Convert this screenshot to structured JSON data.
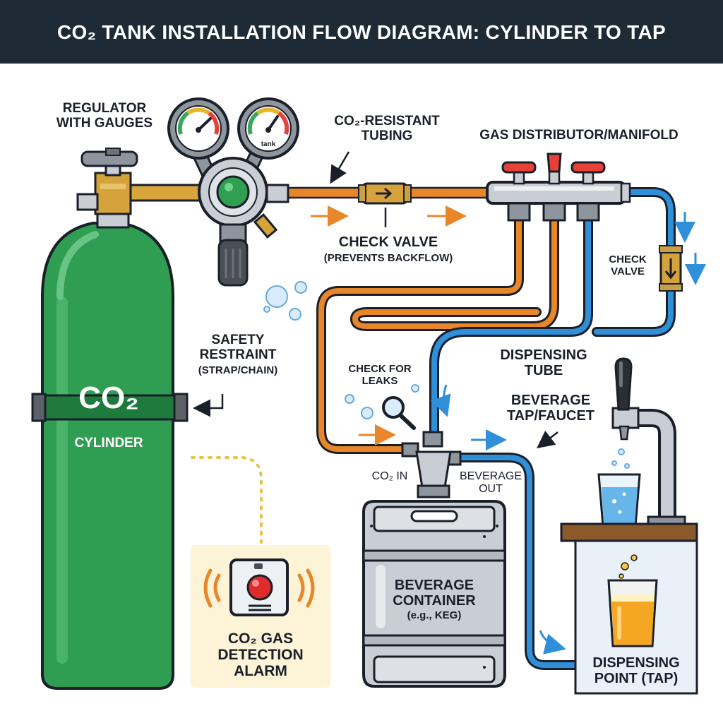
{
  "title": "CO₂ TANK INSTALLATION FLOW DIAGRAM: CYLINDER TO TAP",
  "colors": {
    "header_bg": "#1f2a37",
    "cylinder_green": "#2f9e52",
    "gas_line_orange": "#e8872a",
    "beverage_line_blue": "#2f8fd8",
    "keg_steel": "#c9ced4",
    "alarm_bg": "#fdf3d6",
    "alarm_red": "#e02b2b",
    "valve_red": "#e8413a",
    "brass": "#d6a33a"
  },
  "components": {
    "cylinder": {
      "gas": "CO₂",
      "label": "CYLINDER"
    },
    "regulator": {
      "label_line1": "REGULATOR",
      "label_line2": "WITH GAUGES",
      "gauge_right_text": "tank"
    },
    "tubing": {
      "label_line1": "CO₂-RESISTANT",
      "label_line2": "TUBING"
    },
    "check_valve_top": {
      "label": "CHECK VALVE",
      "sublabel": "(PREVENTS BACKFLOW)"
    },
    "manifold": {
      "label": "GAS DISTRIBUTOR/MANIFOLD"
    },
    "check_valve_right": {
      "label_line1": "CHECK",
      "label_line2": "VALVE"
    },
    "safety_restraint": {
      "line1": "SAFETY",
      "line2": "RESTRAINT",
      "line3": "(STRAP/CHAIN)"
    },
    "leak_check": {
      "line1": "CHECK FOR",
      "line2": "LEAKS"
    },
    "dispensing_tube": {
      "line1": "DISPENSING",
      "line2": "TUBE"
    },
    "tap": {
      "line1": "BEVERAGE",
      "line2": "TAP/FAUCET"
    },
    "coupler": {
      "in_label": "CO₂ IN",
      "out_line1": "BEVERAGE",
      "out_line2": "OUT"
    },
    "keg": {
      "line1": "BEVERAGE",
      "line2": "CONTAINER",
      "line3": "(e.g., KEG)"
    },
    "alarm": {
      "line1": "CO₂ GAS",
      "line2": "DETECTION",
      "line3": "ALARM"
    },
    "dispensing_point": {
      "line1": "DISPENSING",
      "line2": "POINT (TAP)"
    }
  }
}
